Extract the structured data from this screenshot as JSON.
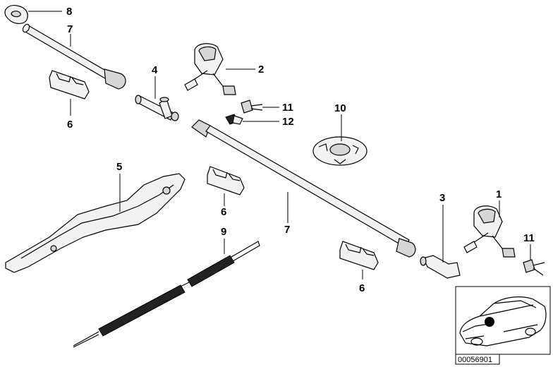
{
  "callouts": {
    "c8": "8",
    "c7a": "7",
    "c6a": "6",
    "c4": "4",
    "c2": "2",
    "c11a": "11",
    "c12": "12",
    "c10": "10",
    "c5": "5",
    "c6b": "6",
    "c7b": "7",
    "c9": "9",
    "c3": "3",
    "c1": "1",
    "c11b": "11",
    "c6c": "6"
  },
  "inset": {
    "reference_number": "00056901"
  }
}
